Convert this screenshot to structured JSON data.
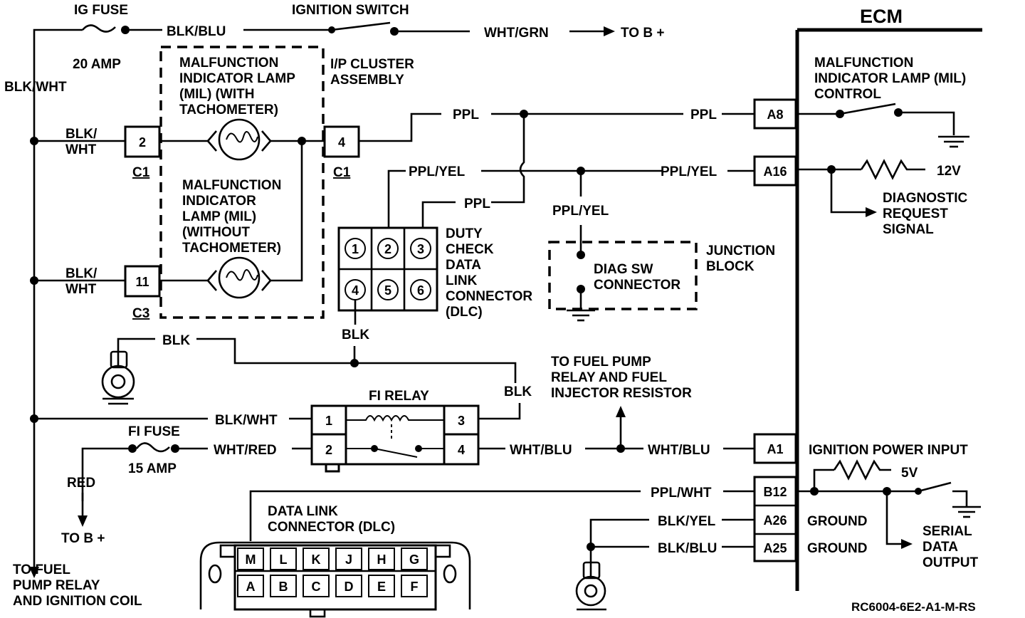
{
  "labels": {
    "ecm": "ECM",
    "ig_fuse": "IG FUSE",
    "ig_fuse_amp": "20 AMP",
    "blk_blu_top": "BLK/BLU",
    "ignition_switch": "IGNITION SWITCH",
    "wht_grn": "WHT/GRN",
    "to_b_plus_top": "TO B +",
    "blk_wht_main": "BLK/WHT",
    "mil_tach": [
      "MALFUNCTION",
      "INDICATOR LAMP",
      "(MIL) (WITH",
      "TACHOMETER)"
    ],
    "mil_notach": [
      "MALFUNCTION",
      "INDICATOR",
      "LAMP (MIL)",
      "(WITHOUT",
      "TACHOMETER)"
    ],
    "ip_cluster": [
      "I/P CLUSTER",
      "ASSEMBLY"
    ],
    "blk_wht_c1": [
      "BLK/",
      "WHT"
    ],
    "blk_wht_c3": [
      "BLK/",
      "WHT"
    ],
    "c1": "C1",
    "c3": "C3",
    "ppl": "PPL",
    "ppl_yel": "PPL/YEL",
    "mil_control": [
      "MALFUNCTION",
      "INDICATOR LAMP (MIL)",
      "CONTROL"
    ],
    "v12": "12V",
    "diag_request": [
      "DIAGNOSTIC",
      "REQUEST",
      "SIGNAL"
    ],
    "duty_check": [
      "DUTY",
      "CHECK",
      "DATA",
      "LINK",
      "CONNECTOR",
      "(DLC)"
    ],
    "blk": "BLK",
    "diag_sw": [
      "DIAG SW",
      "CONNECTOR"
    ],
    "junction_block": [
      "JUNCTION",
      "BLOCK"
    ],
    "fi_relay": "FI RELAY",
    "blk_wht_relay": "BLK/WHT",
    "wht_red": "WHT/RED",
    "fi_fuse": "FI FUSE",
    "fi_fuse_amp": "15 AMP",
    "red": "RED",
    "to_b_plus_bottom": "TO B +",
    "to_fuel_pump_coil": [
      "TO FUEL",
      "PUMP RELAY",
      "AND IGNITION COIL"
    ],
    "wht_blu": "WHT/BLU",
    "to_fuel_relay": [
      "TO FUEL PUMP",
      "RELAY AND FUEL",
      "INJECTOR RESISTOR"
    ],
    "ignition_power_input": "IGNITION POWER INPUT",
    "ppl_wht": "PPL/WHT",
    "dlc_label": [
      "DATA LINK",
      "CONNECTOR (DLC)"
    ],
    "v5": "5V",
    "serial_data": [
      "SERIAL",
      "DATA",
      "OUTPUT"
    ],
    "blk_yel": "BLK/YEL",
    "blk_blu": "BLK/BLU",
    "ground": "GROUND",
    "part_number": "RC6004-6E2-A1-M-RS"
  },
  "pins": {
    "c1_2": "2",
    "c1_4": "4",
    "c3_11": "11",
    "a8": "A8",
    "a16": "A16",
    "a1": "A1",
    "b12": "B12",
    "a26": "A26",
    "a25": "A25",
    "dlc6": [
      "1",
      "2",
      "3",
      "4",
      "5",
      "6"
    ],
    "fi_relay": [
      "1",
      "2",
      "3",
      "4"
    ],
    "dlc12_top": [
      "M",
      "L",
      "K",
      "J",
      "H",
      "G"
    ],
    "dlc12_bottom": [
      "A",
      "B",
      "C",
      "D",
      "E",
      "F"
    ]
  }
}
